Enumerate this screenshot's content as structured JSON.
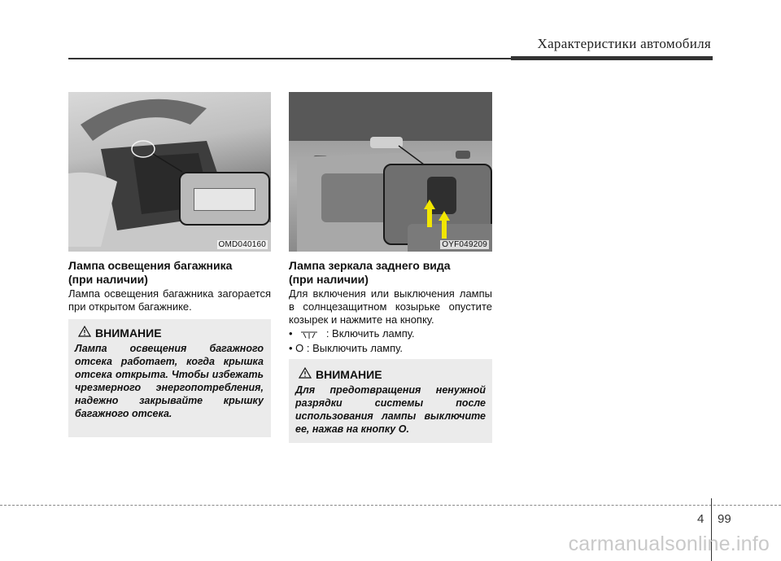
{
  "header": {
    "title": "Характеристики автомобиля"
  },
  "left": {
    "photo_code": "OMD040160",
    "heading_line1": "Лампа освещения багажника",
    "heading_line2": "(при наличии)",
    "body": "Лампа освещения багажника загорается при открытом багажнике.",
    "warning": {
      "title": "ВНИМАНИЕ",
      "text": "Лампа освещения багажного отсека работает, когда крышка отсека открыта. Чтобы избежать чрезмерного энергопотребления, надежно закрывайте крышку багажного отсека."
    }
  },
  "right": {
    "photo_code": "OYF049209",
    "heading_line1": "Лампа зеркала заднего вида",
    "heading_line2": "(при наличии)",
    "body": "Для включения или выключения лампы в солнцезащитном козырьке опустите козырек и нажмите на кнопку.",
    "bullet_on": ": Включить лампу.",
    "bullet_off": "• O : Выключить лампу.",
    "warning": {
      "title": "ВНИМАНИЕ",
      "text": "Для предотвращения ненужной разрядки системы после использования лампы выключите ее, нажав на кнопку O."
    }
  },
  "page": {
    "chapter": "4",
    "number": "99"
  },
  "watermark": "carmanualsonline.info",
  "colors": {
    "accent_arrow": "#f2e600",
    "warning_bg": "#ebebeb"
  }
}
